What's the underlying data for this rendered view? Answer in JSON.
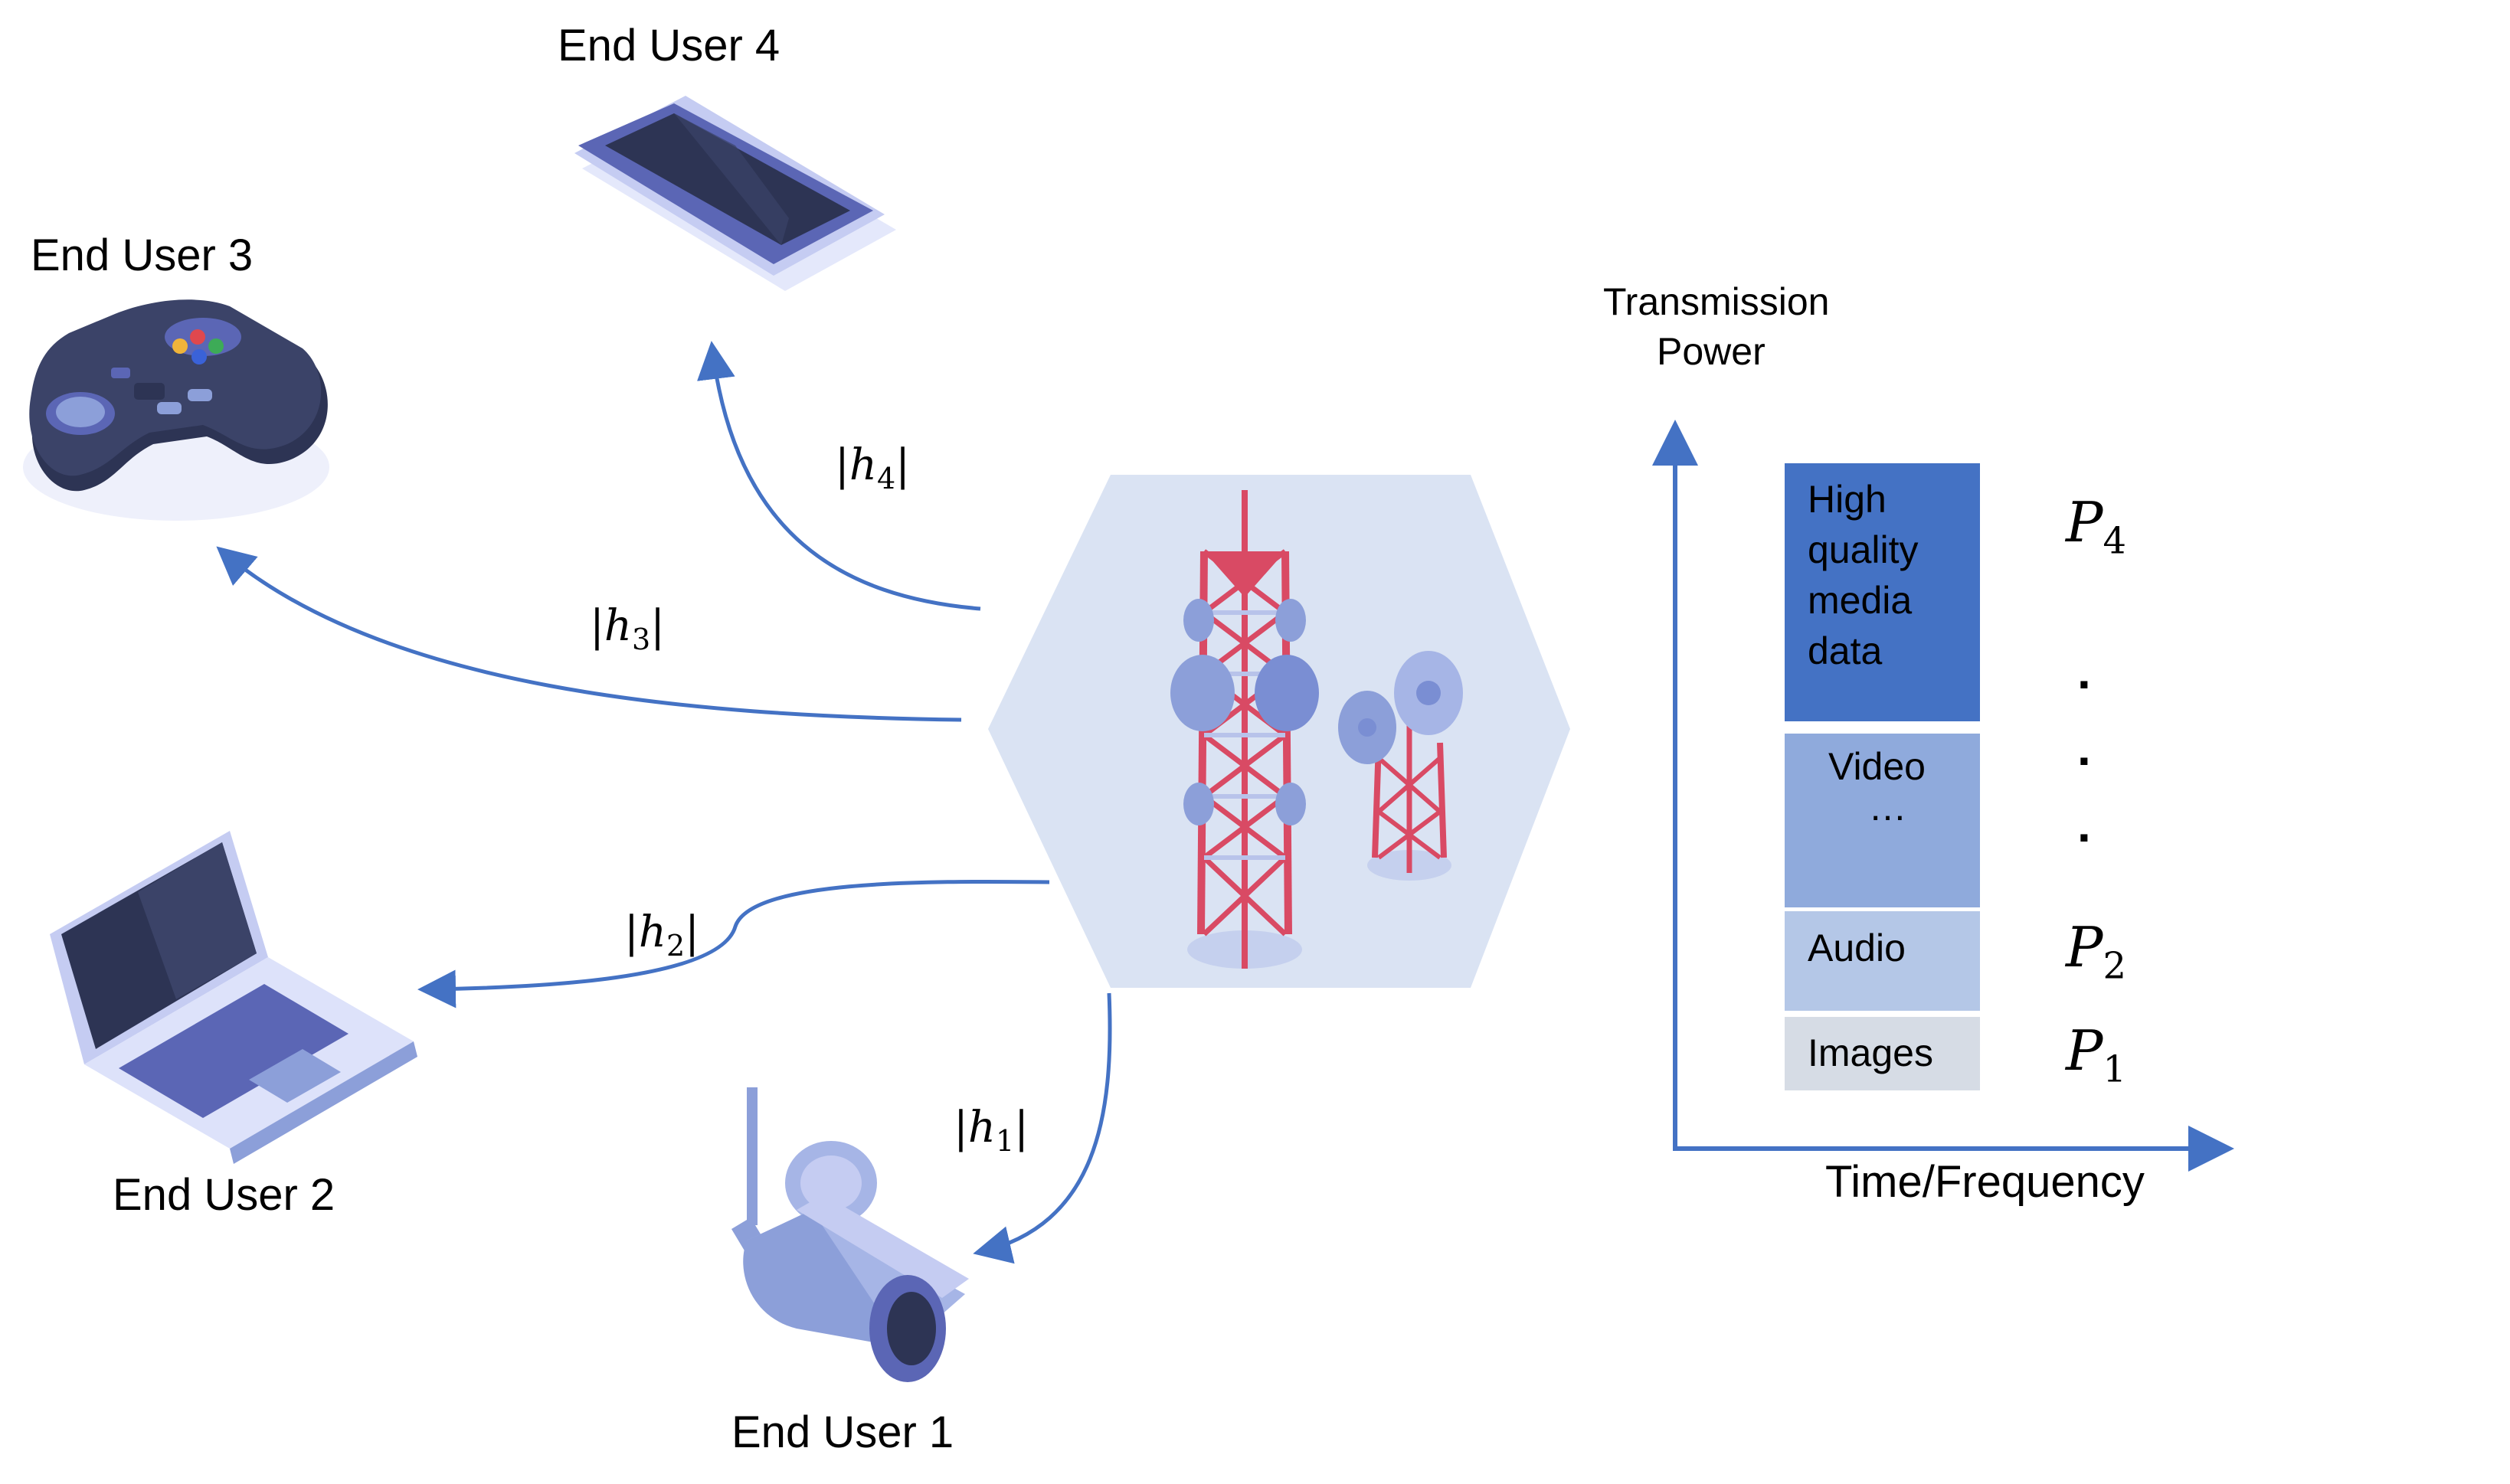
{
  "users": {
    "user1": "End User 1",
    "user2": "End User 2",
    "user3": "End User 3",
    "user4": "End User 4"
  },
  "channels": {
    "h1": {
      "base": "h",
      "sub": "1"
    },
    "h2": {
      "base": "h",
      "sub": "2"
    },
    "h3": {
      "base": "h",
      "sub": "3"
    },
    "h4": {
      "base": "h",
      "sub": "4"
    }
  },
  "power_chart": {
    "y_axis_label_line1": "Transmission",
    "y_axis_label_line2": "Power",
    "x_axis_label": "Time/Frequency",
    "blocks": [
      {
        "name": "high-quality",
        "lines": [
          "High",
          "quality",
          "media",
          "data"
        ],
        "color": "#4472c4"
      },
      {
        "name": "video",
        "lines": [
          "Video",
          "…"
        ],
        "color": "#8faadc"
      },
      {
        "name": "audio",
        "lines": [
          "Audio"
        ],
        "color": "#b4c7e7"
      },
      {
        "name": "images",
        "lines": [
          "Images"
        ],
        "color": "#d6dce5"
      }
    ],
    "power_labels": {
      "p4": {
        "base": "P",
        "sub": "4"
      },
      "p2": {
        "base": "P",
        "sub": "2"
      },
      "p1": {
        "base": "P",
        "sub": "1"
      }
    },
    "dots": "."
  },
  "colors": {
    "arrow": "#4472c4",
    "hexagon": "#dae3f3",
    "tower_red": "#d94a64",
    "tower_blue": "#8c9fd9",
    "device_dark": "#2d3454",
    "device_mid": "#5b66b5",
    "device_light": "#c5ccf2"
  }
}
